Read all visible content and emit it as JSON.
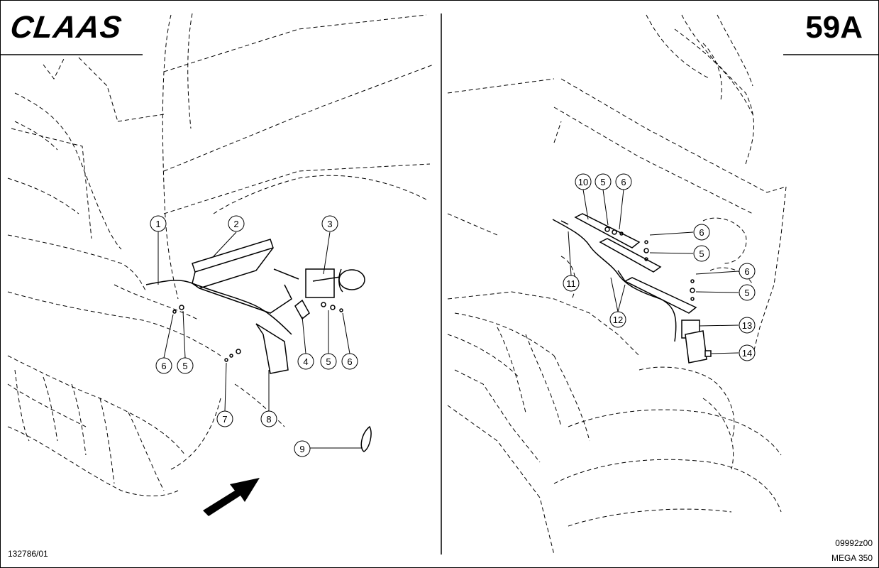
{
  "header": {
    "brand_logo": "CLAAS",
    "page_number": "59A"
  },
  "footer": {
    "left_code": "132786/01",
    "right_code": "09992z00",
    "model": "MEGA 350"
  },
  "left_view": {
    "callouts": [
      "1",
      "2",
      "3",
      "4",
      "5",
      "6",
      "7",
      "8",
      "9",
      "5",
      "6"
    ]
  },
  "right_view": {
    "callouts": [
      "10",
      "5",
      "6",
      "6",
      "5",
      "6",
      "5",
      "11",
      "12",
      "13",
      "14"
    ]
  }
}
